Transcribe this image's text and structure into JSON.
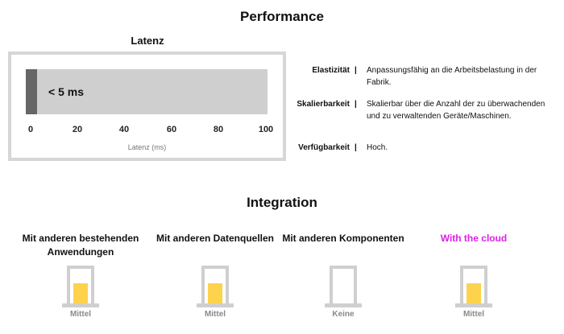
{
  "performance": {
    "title": "Performance",
    "latency": {
      "heading": "Latenz",
      "value_label": "< 5 ms",
      "fill_value": 4,
      "axis_max": 100,
      "ticks": [
        "0",
        "20",
        "40",
        "60",
        "80",
        "100"
      ],
      "axis_label": "Latenz (ms)"
    },
    "properties": [
      {
        "label": "Elastizität",
        "separator": "|",
        "text": "Anpassungsfähig an die Arbeitsbelastung in der Fabrik."
      },
      {
        "label": "Skalierbarkeit",
        "separator": "|",
        "text": "Skalierbar über die Anzahl der zu überwachenden und zu verwaltenden Geräte/Maschinen."
      },
      {
        "label": "Verfügbarkeit",
        "separator": "|",
        "text": "Hoch."
      }
    ]
  },
  "integration": {
    "title": "Integration",
    "items": [
      {
        "title": "Mit anderen bestehenden Anwendungen",
        "level": "Mittel",
        "fill": 0.6,
        "color": "#111111"
      },
      {
        "title": "Mit anderen Datenquellen",
        "level": "Mittel",
        "fill": 0.6,
        "color": "#111111"
      },
      {
        "title": "Mit anderen Komponenten",
        "level": "Keine",
        "fill": 0,
        "color": "#111111"
      },
      {
        "title": "With the cloud",
        "level": "Mittel",
        "fill": 0.6,
        "color": "#e020e8"
      }
    ]
  },
  "colors": {
    "fill": "#fdd34e",
    "latency_fill": "#666666",
    "track": "#cfcfcf",
    "highlight": "#e020e8"
  }
}
